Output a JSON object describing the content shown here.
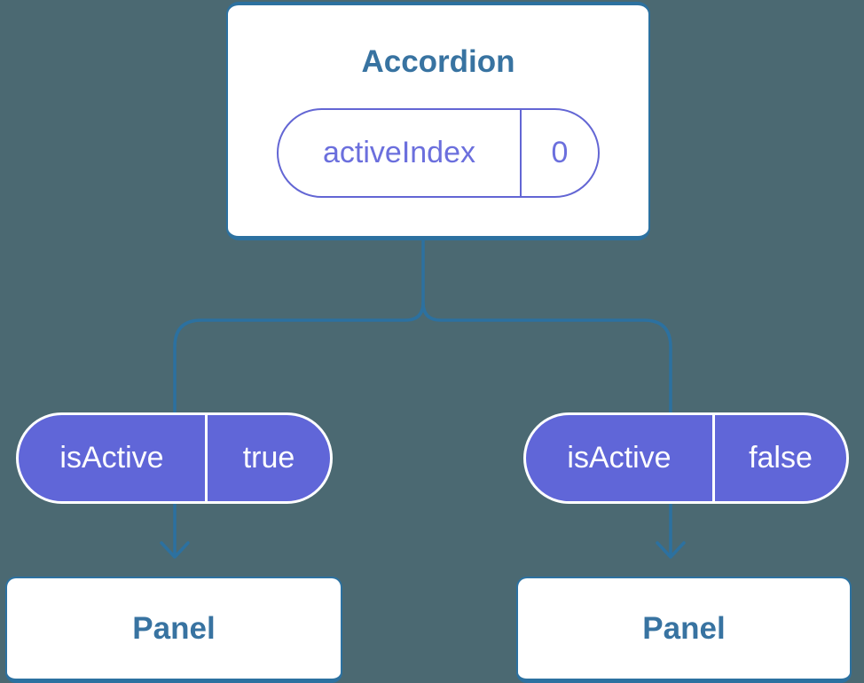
{
  "diagram": {
    "description": "React component tree showing lifted state",
    "root": {
      "title": "Accordion",
      "state": {
        "name": "activeIndex",
        "value": "0"
      }
    },
    "children": [
      {
        "prop": {
          "name": "isActive",
          "value": "true"
        },
        "component": "Panel"
      },
      {
        "prop": {
          "name": "isActive",
          "value": "false"
        },
        "component": "Panel"
      }
    ]
  },
  "icons": {
    "arrow_left": "arrow-down-icon",
    "arrow_right": "arrow-down-icon"
  },
  "colors": {
    "background": "#4B6972",
    "connector_line": "#2C71A0",
    "card_background": "#FFFFFF",
    "card_border": "#2C71A0",
    "card_text": "#3873A1",
    "prop_pill_fill": "#6066D8",
    "prop_pill_border": "#FFFFFF",
    "prop_pill_text": "#FFFFFF",
    "state_pill_border": "#6366D4",
    "state_pill_text": "#6B6FDD"
  }
}
